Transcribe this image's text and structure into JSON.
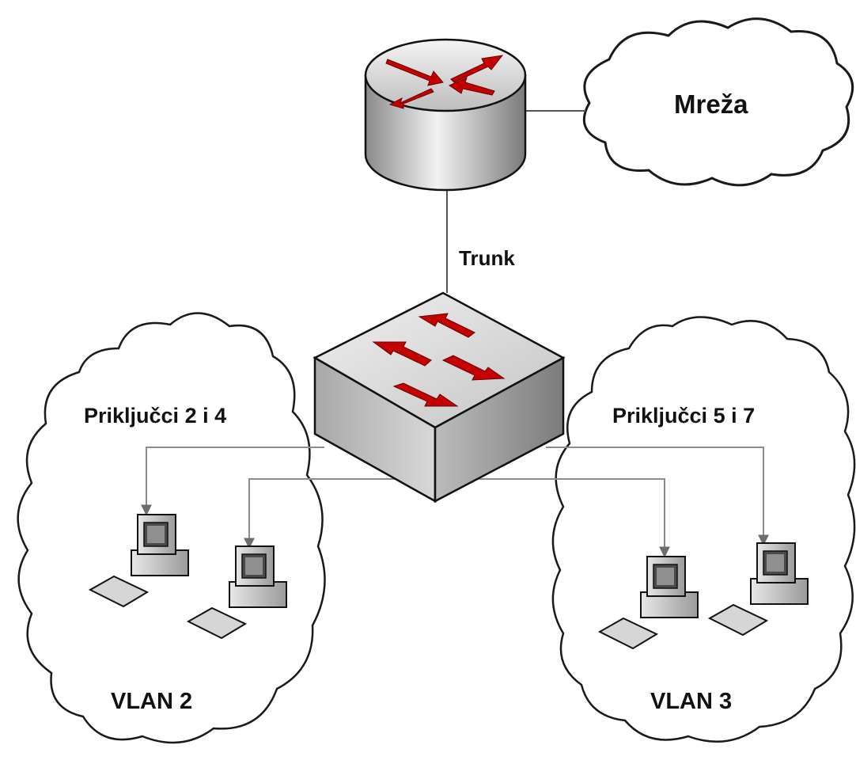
{
  "labels": {
    "network": "Mreža",
    "trunk": "Trunk",
    "ports_left": "Priključci 2 i 4",
    "ports_right": "Priključci 5 i 7",
    "vlan_left": "VLAN 2",
    "vlan_right": "VLAN 3"
  },
  "colors": {
    "arrow_red": "#cc0000",
    "device_gray": "#c8c8c8",
    "link_gray": "#8c8c8c",
    "outline": "#111111"
  },
  "icons": {
    "router": "router-icon",
    "switch": "switch-icon",
    "cloud": "cloud-icon",
    "computer": "computer-icon"
  }
}
